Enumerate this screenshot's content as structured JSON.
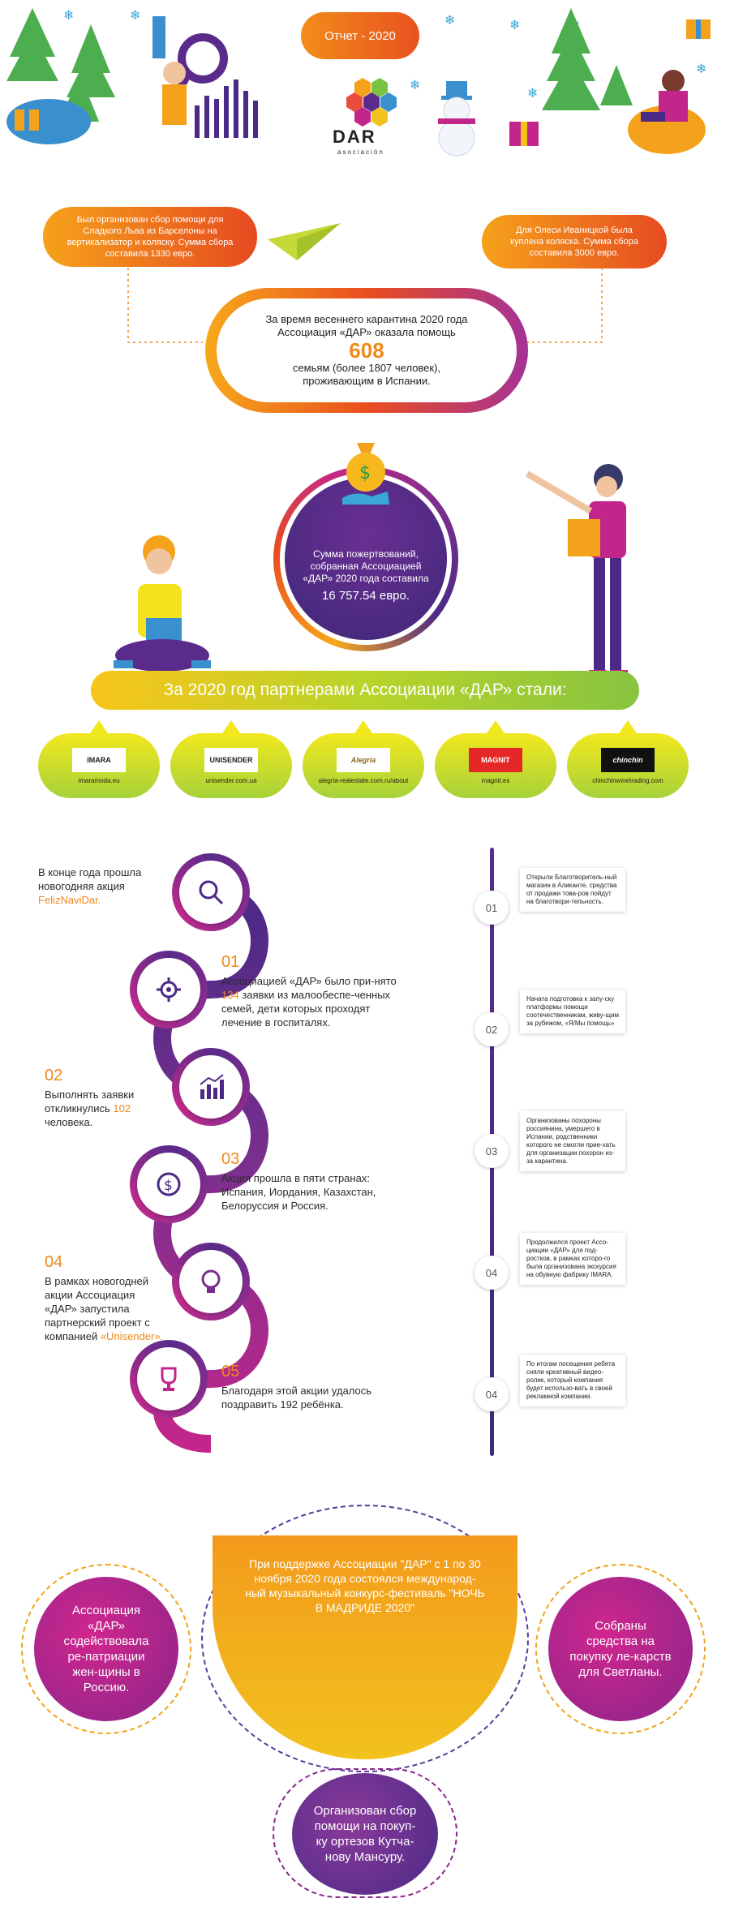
{
  "header": {
    "report_label": "Отчет - 2020",
    "logo_name": "DAR",
    "logo_sub": "asociación"
  },
  "stories": {
    "left": "Был организован сбор помощи для Сладкого Льва из Барселоны на вертикализатор и коляску. Сумма сбора составила 1330 евро.",
    "right": "Для Олеси Иваницкой была куплена коляска. Сумма сбора составила 3000 евро."
  },
  "quarantine": {
    "line1": "За время весеннего карантина 2020 года",
    "line2": "Ассоциация «ДАР» оказала помощь",
    "number": "608",
    "line3": "семьям (более 1807 человек),",
    "line4": "проживающим в Испании."
  },
  "donations": {
    "text": "Сумма пожертвований, собранная Ассоциацией «ДАР» 2020 года составила",
    "sum": "16 757.54 евро."
  },
  "partners": {
    "title": "За 2020 год партнерами Ассоциации «ДАР» стали:",
    "items": [
      {
        "logo": "IMARA",
        "url": "imaramoda.eu"
      },
      {
        "logo": "UNISENDER",
        "url": "unisender.com.ua"
      },
      {
        "logo": "Alegria",
        "url": "alegria-realestate.com.ru/about"
      },
      {
        "logo": "MAGNIT",
        "url": "magnit.es"
      },
      {
        "logo": "chinchin",
        "url": "chinchinwinetrading.com"
      }
    ]
  },
  "timeline_left": {
    "intro_a": "В конце года прошла новогодняя акция",
    "intro_b": "FelizNaviDar.",
    "s1_num": "01",
    "s1_a": "Ассоциацией «ДАР» было при-нято",
    "s1_hl": "134",
    "s1_b": "заявки из малообеспе-ченных семей, дети которых проходят лечение в госпиталях.",
    "s2_num": "02",
    "s2_a": "Выполнять заявки откликнулись",
    "s2_hl": "102",
    "s2_b": "человека.",
    "s3_num": "03",
    "s3_text": "Акция прошла в пяти странах: Испания, Иордания, Казахстан, Белоруссия и Россия.",
    "s4_num": "04",
    "s4_a": "В рамках новогодней акции Ассоциация «ДАР» запустила партнерский проект с компанией",
    "s4_hl": "«Unisender».",
    "s5_num": "05",
    "s5_text": "Благодаря этой акции удалось поздравить 192 ребёнка."
  },
  "timeline_right": {
    "items": [
      {
        "num": "01",
        "text": "Открыли Благотворитель-ный магазин в Аликанте, средства от продажи това-ров пойдут на благотвори-тельность."
      },
      {
        "num": "02",
        "text": "Начата подготовка к запу-ску платформы помощи соотечественникам, живу-щим за рубежом, «Я/Мы помощь»"
      },
      {
        "num": "03",
        "text": "Организованы похороны россиянина, умершего в Испании, родственники которого не смогли прие-хать для организации похорон из-за карантина."
      },
      {
        "num": "04",
        "text": "Продолжился проект Ассо-циации «ДАР» для под-ростков, в рамках которо-го была организована экскурсия на обувную фабрику IMARA."
      },
      {
        "num": "04",
        "text": "По итогам посещения ребята сняли креативный видео-ролик, который компания будет использо-вать в своей рекламной компании."
      }
    ]
  },
  "bottom": {
    "festival": "При поддержке Ассоциации \"ДАР\" с 1 по 30 ноября 2020 года состоялся международ-ный музыкальный конкурс-фестиваль \"НОЧЬ В МАДРИДЕ 2020\"",
    "left": "Ассоциация «ДАР» содействовала ре-патриации жен-щины в Россию.",
    "right": "Собраны средства на покупку ле-карств для Светланы.",
    "center": "Организован сбор помощи на покуп-ку ортезов Кутча-нову Мансуру."
  },
  "colors": {
    "orange": "#f0881b",
    "purple": "#4b2a86",
    "magenta": "#c2268a",
    "lime": "#a6d23a"
  }
}
